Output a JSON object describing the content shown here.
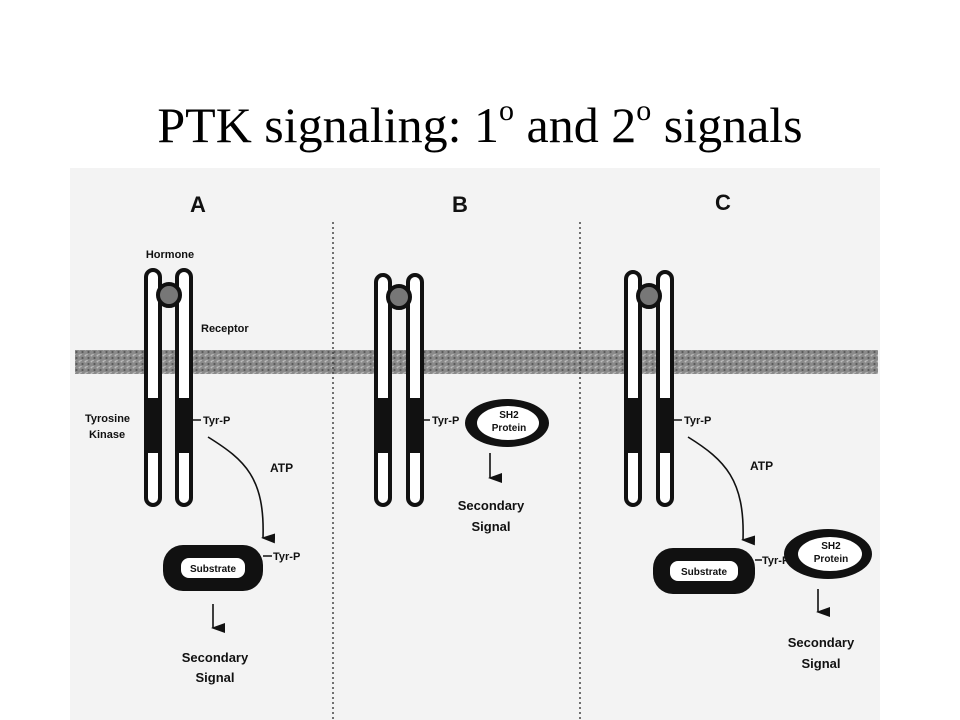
{
  "title": {
    "main": "PTK signaling: 1",
    "sup1": "o",
    "mid": " and 2",
    "sup2": "o",
    "tail": " signals"
  },
  "panels": {
    "a": {
      "letter": "A",
      "hormone": "Hormone",
      "receptor": "Receptor",
      "tyrosine": "Tyrosine",
      "kinase": "Kinase",
      "tyr_p_receptor": "Tyr-P",
      "atp": "ATP",
      "substrate": "Substrate",
      "tyr_p_substrate": "Tyr-P",
      "signal_line1": "Secondary",
      "signal_line2": "Signal"
    },
    "b": {
      "letter": "B",
      "tyr_p": "Tyr-P",
      "sh2_line1": "SH2",
      "sh2_line2": "Protein",
      "signal_line1": "Secondary",
      "signal_line2": "Signal"
    },
    "c": {
      "letter": "C",
      "tyr_p_receptor": "Tyr-P",
      "atp": "ATP",
      "substrate": "Substrate",
      "tyr_p_substrate": "Tyr-P",
      "sh2_line1": "SH2",
      "sh2_line2": "Protein",
      "signal_line1": "Secondary",
      "signal_line2": "Signal"
    }
  }
}
